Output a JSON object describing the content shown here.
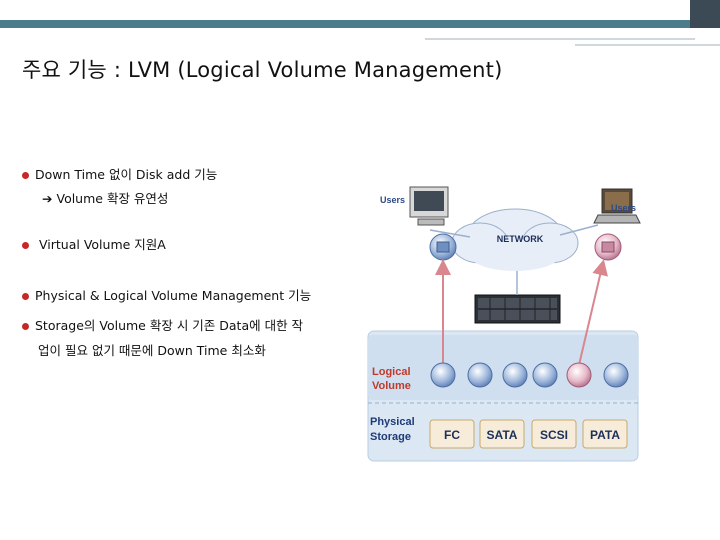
{
  "slide": {
    "title": "주요 기능 : LVM (Logical Volume Management)",
    "bullets": [
      {
        "text": "Down Time 없이 Disk add 기능"
      },
      {
        "text": "Volume 확장 유연성",
        "arrow": true
      },
      {
        "text": "Virtual Volume 지원A"
      },
      {
        "text": "Physical & Logical Volume Management 기능"
      },
      {
        "text": "Storage의 Volume 확장 시 기존 Data에 대한 작"
      },
      {
        "text": "업이 필요 없기 때문에 Down Time 최소화"
      }
    ]
  },
  "diagram": {
    "users_left": "Users",
    "users_right": "Users",
    "network": "NETWORK",
    "logical_volume": [
      "Logical",
      "Volume"
    ],
    "physical_storage": [
      "Physical",
      "Storage"
    ],
    "storage_types": [
      "FC",
      "SATA",
      "SCSI",
      "PATA"
    ]
  }
}
